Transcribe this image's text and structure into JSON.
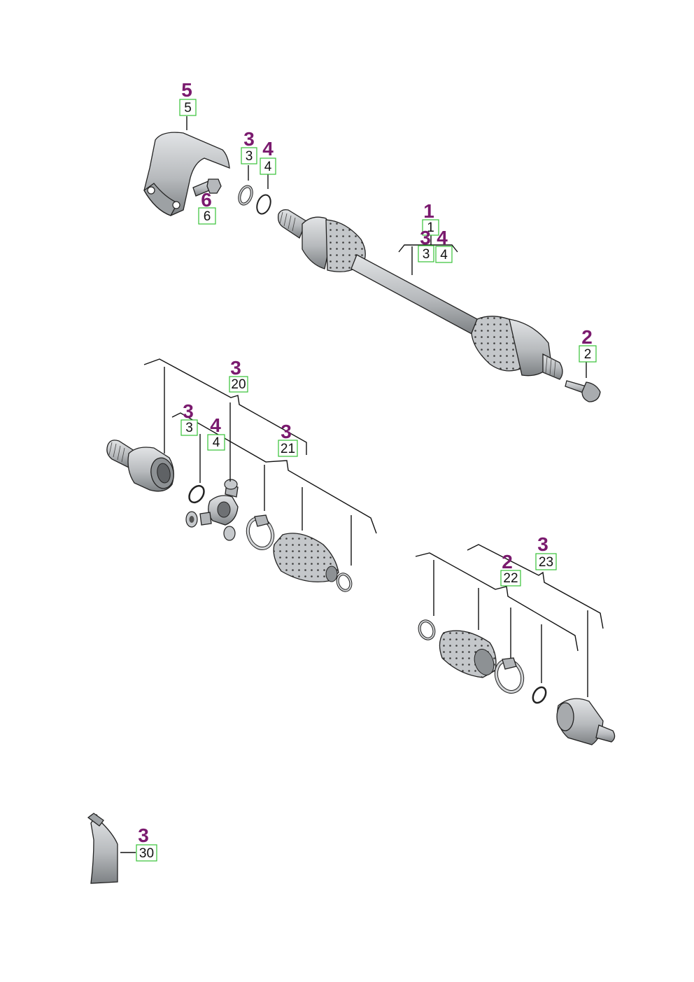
{
  "colors": {
    "quantity_text": "#7a1a6e",
    "part_box_border": "#36c236",
    "part_fill": "#c9ccce",
    "part_shade": "#8d9194",
    "line": "#111111"
  },
  "callouts": [
    {
      "id": "c5",
      "qty": "5",
      "part": "5"
    },
    {
      "id": "c3a",
      "qty": "3",
      "part": "3"
    },
    {
      "id": "c4a",
      "qty": "4",
      "part": "4"
    },
    {
      "id": "c6",
      "qty": "6",
      "part": "6"
    },
    {
      "id": "c1",
      "qty": "1",
      "part": "1"
    },
    {
      "id": "c3b",
      "qty": "3",
      "part": "3"
    },
    {
      "id": "c4b",
      "qty": "4",
      "part": "4"
    },
    {
      "id": "c2a",
      "qty": "2",
      "part": "2"
    },
    {
      "id": "c20",
      "qty": "3",
      "part": "20"
    },
    {
      "id": "c3c",
      "qty": "3",
      "part": "3"
    },
    {
      "id": "c4c",
      "qty": "4",
      "part": "4"
    },
    {
      "id": "c21",
      "qty": "3",
      "part": "21"
    },
    {
      "id": "c22",
      "qty": "2",
      "part": "22"
    },
    {
      "id": "c23",
      "qty": "3",
      "part": "23"
    },
    {
      "id": "c30",
      "qty": "3",
      "part": "30"
    }
  ]
}
